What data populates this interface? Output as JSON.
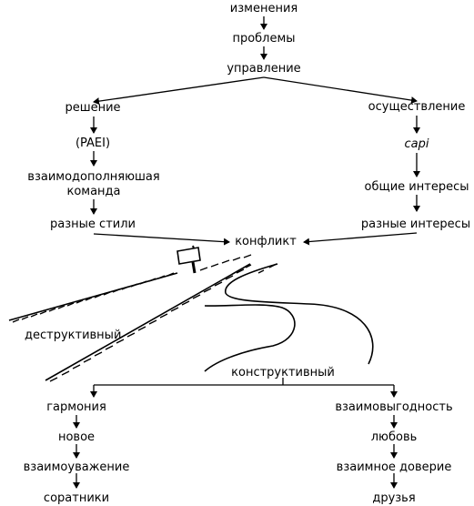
{
  "top": {
    "changes": "изменения",
    "problems": "проблемы",
    "management": "управление"
  },
  "left_branch": {
    "decision": "решение",
    "paei": "(PAEI)",
    "team_line1": "взаимодополняюшая",
    "team_line2": "команда",
    "styles": "разные стили"
  },
  "right_branch": {
    "implementation": "осуществление",
    "capi": "capi",
    "common_interests": "общие интересы",
    "different_interests": "разные интересы"
  },
  "conflict": "конфликт",
  "destructive": "деструктивный",
  "constructive": "конструктивный",
  "bottom_left": [
    "гармония",
    "новое",
    "взаимоуважение",
    "соратники"
  ],
  "bottom_right": [
    "взаимовыгодность",
    "любовь",
    "взаимное доверие",
    "друзья"
  ]
}
